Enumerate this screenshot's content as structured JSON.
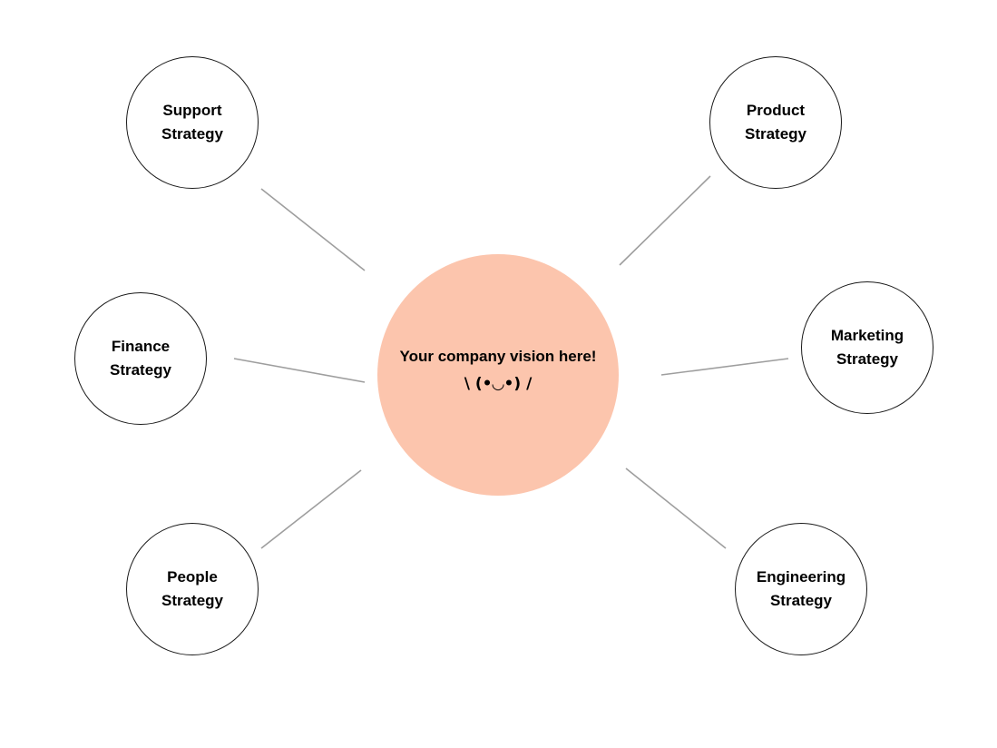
{
  "diagram": {
    "center": {
      "title": "Your company vision here!",
      "face": "\\ (•◡•) /",
      "fill_color": "#fcc5ad"
    },
    "connector_color": "#9e9e9e",
    "nodes": [
      {
        "id": "support",
        "line1": "Support",
        "line2": "Strategy"
      },
      {
        "id": "product",
        "line1": "Product",
        "line2": "Strategy"
      },
      {
        "id": "finance",
        "line1": "Finance",
        "line2": "Strategy"
      },
      {
        "id": "marketing",
        "line1": "Marketing",
        "line2": "Strategy"
      },
      {
        "id": "people",
        "line1": "People",
        "line2": "Strategy"
      },
      {
        "id": "engineering",
        "line1": "Engineering",
        "line2": "Strategy"
      }
    ]
  }
}
